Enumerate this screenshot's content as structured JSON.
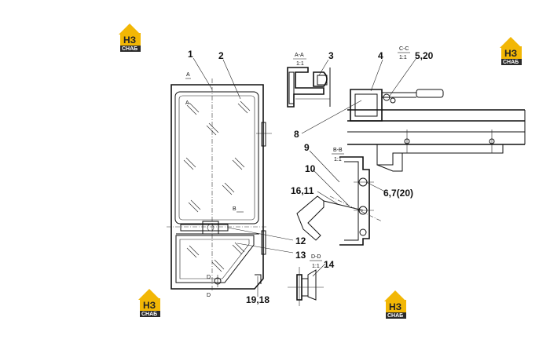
{
  "callouts": {
    "c1": "1",
    "c2": "2",
    "c3": "3",
    "c4": "4",
    "c5": "5,20",
    "c8": "8",
    "c9": "9",
    "c10": "10",
    "c16": "16,11",
    "c67": "6,7(20)",
    "c12": "12",
    "c13": "13",
    "c14": "14",
    "c19": "19,18"
  },
  "sections": {
    "aa_title": "А-А",
    "aa_scale": "1:1",
    "cc_title": "С-С",
    "cc_scale": "1:1",
    "bb_title": "В-В",
    "bb_scale": "1:1",
    "dd_title": "D-D",
    "dd_scale": "1:1",
    "mark_a_top": "А",
    "mark_a_inner": "А",
    "mark_b": "В",
    "mark_d1": "D",
    "mark_d2": "D"
  },
  "logo": {
    "mark": "НЗ",
    "caption": "СНАБ",
    "colors": {
      "yellow": "#F2B705",
      "dark": "#2B2B2B"
    }
  }
}
